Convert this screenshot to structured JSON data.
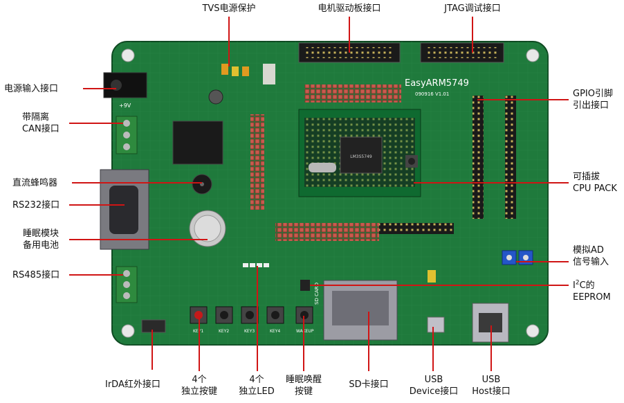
{
  "board": {
    "brand": "EasyARM5749",
    "silk_version": "090916 V1.01",
    "power_silk": "+9V",
    "chip_silk": "LM3S5749",
    "key_silk": [
      "KEY1",
      "KEY2",
      "KEY3",
      "KEY4",
      "WAKEUP"
    ],
    "sd_silk": "SD CARD",
    "pcb_color": "#1f7a3c",
    "header_color": "#c85a4e"
  },
  "labels": {
    "tvs": "TVS电源保护",
    "motor": "电机驱动板接口",
    "jtag": "JTAG调试接口",
    "power_in": "电源输入接口",
    "can_line1": "带隔离",
    "can_line2": "CAN接口",
    "buzzer": "直流蜂鸣器",
    "rs232": "RS232接口",
    "sleep_line1": "睡眠模块",
    "sleep_line2": "备用电池",
    "rs485": "RS485接口",
    "gpio_line1": "GPIO引脚",
    "gpio_line2": "引出接口",
    "cpu_line1": "可插拔",
    "cpu_line2": "CPU PACK",
    "adc_line1": "模拟AD",
    "adc_line2": "信号输入",
    "eeprom_i": "I",
    "eeprom_sup": "2",
    "eeprom_rest": "C的",
    "eeprom_line2": "EEPROM",
    "irda": "IrDA红外接口",
    "keys_line1": "4个",
    "keys_line2": "独立按键",
    "leds_line1": "4个",
    "leds_line2": "独立LED",
    "wake_line1": "睡眠唤醒",
    "wake_line2": "按键",
    "sd": "SD卡接口",
    "usbd_line1": "USB",
    "usbd_line2": "Device接口",
    "usbh_line1": "USB",
    "usbh_line2": "Host接口"
  }
}
